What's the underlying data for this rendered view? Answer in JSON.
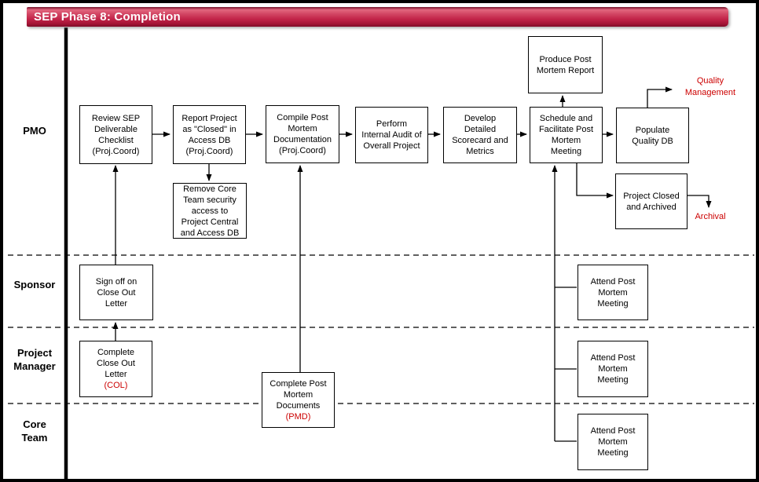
{
  "title": "SEP Phase 8: Completion",
  "colors": {
    "bar_red": "#C22348",
    "annotation_red": "#CC0000"
  },
  "lanes": [
    {
      "label": "PMO"
    },
    {
      "label": "Sponsor"
    },
    {
      "label": "Project\nManager"
    },
    {
      "label": "Core\nTeam"
    }
  ],
  "boxes": {
    "review_sep": {
      "text": "Review SEP\nDeliverable\nChecklist\n(Proj.Coord)"
    },
    "report_project": {
      "text": "Report Project\nas \"Closed\" in\nAccess DB\n(Proj.Coord)"
    },
    "compile_pm": {
      "text": "Compile Post\nMortem\nDocumentation\n(Proj.Coord)"
    },
    "perform_audit": {
      "text": "Perform\nInternal Audit of\nOverall Project"
    },
    "develop_scorecard": {
      "text": "Develop\nDetailed\nScorecard and\nMetrics"
    },
    "schedule_facilitate": {
      "text": "Schedule and\nFacilitate Post\nMortem\nMeeting"
    },
    "produce_report": {
      "text": "Produce Post\nMortem Report"
    },
    "populate_db": {
      "text": "Populate\nQuality DB"
    },
    "project_closed": {
      "text": "Project Closed\nand Archived"
    },
    "remove_core": {
      "text": "Remove Core\nTeam security\naccess to\nProject Central\nand Access DB"
    },
    "sign_off": {
      "text": "Sign off on\nClose Out\nLetter"
    },
    "complete_col": {
      "text": "Complete\nClose Out\nLetter",
      "code": "(COL)"
    },
    "complete_pmd": {
      "text": "Complete Post\nMortem\nDocuments",
      "code": "(PMD)"
    },
    "attend": {
      "text": "Attend Post\nMortem\nMeeting"
    }
  },
  "annotations": {
    "quality_management": "Quality\nManagement",
    "archival": "Archival"
  }
}
